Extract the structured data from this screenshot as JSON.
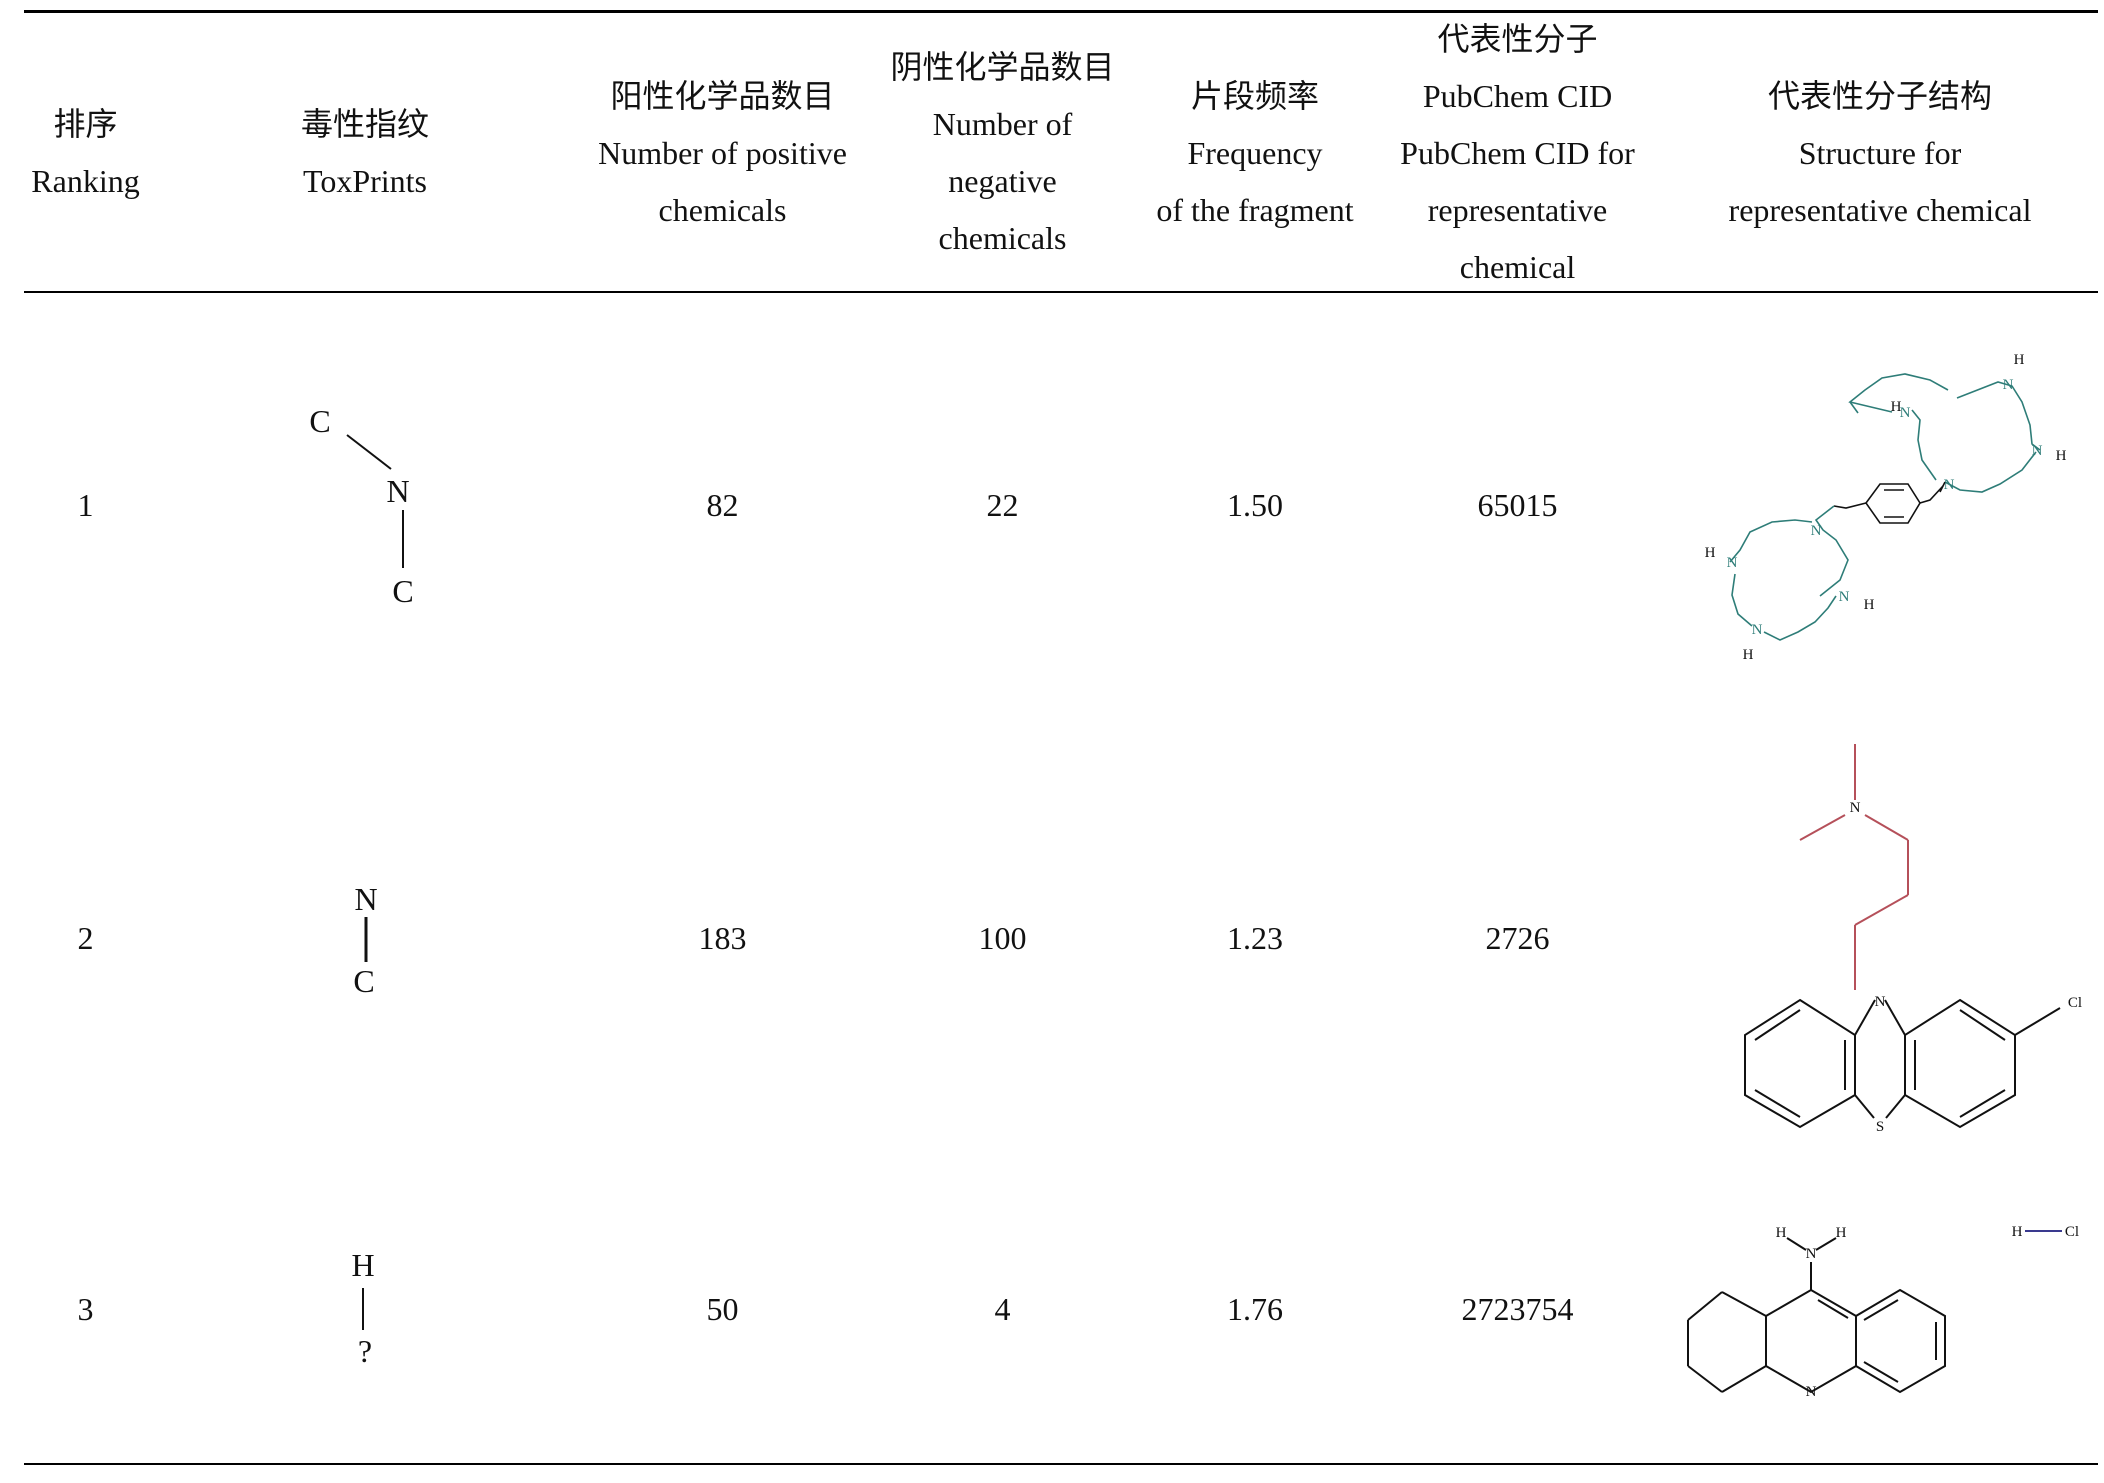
{
  "table": {
    "headers": [
      {
        "lines": [
          "排序",
          "Ranking"
        ]
      },
      {
        "lines": [
          "毒性指纹",
          "ToxPrints"
        ]
      },
      {
        "lines": [
          "阳性化学品数目",
          "Number of positive",
          "chemicals"
        ]
      },
      {
        "lines": [
          "阴性化学品数目",
          "Number of",
          "negative",
          "chemicals"
        ]
      },
      {
        "lines": [
          "片段频率",
          "Frequency",
          "of the fragment"
        ]
      },
      {
        "lines": [
          "代表性分子",
          "PubChem CID",
          "PubChem CID for",
          "representative",
          "chemical"
        ]
      },
      {
        "lines": [
          "代表性分子结构",
          "Structure for",
          "representative chemical"
        ]
      }
    ],
    "rows": [
      {
        "ranking": "1",
        "fragment_atoms": [
          "C",
          "N",
          "C"
        ],
        "positive": "82",
        "negative": "22",
        "frequency": "1.50",
        "cid": "65015"
      },
      {
        "ranking": "2",
        "fragment_atoms": [
          "N",
          "C"
        ],
        "positive": "183",
        "negative": "100",
        "frequency": "1.23",
        "cid": "2726"
      },
      {
        "ranking": "3",
        "fragment_atoms": [
          "H",
          "?"
        ],
        "positive": "50",
        "negative": "4",
        "frequency": "1.76",
        "cid": "2723754"
      }
    ],
    "structures": {
      "s1": {
        "atoms": [
          "H",
          "N",
          "N",
          "H",
          "N",
          "H",
          "N",
          "N",
          "H",
          "N",
          "H",
          "N",
          "H",
          "N"
        ]
      },
      "s2": {
        "atoms": [
          "N",
          "N",
          "Cl",
          "S"
        ]
      },
      "s3": {
        "atoms": [
          "H",
          "N",
          "H",
          "H",
          "Cl",
          "N"
        ]
      }
    }
  },
  "colors": {
    "highlight_teal": "#2e7d78",
    "highlight_red": "#b5505a",
    "highlight_blue": "#3a3a8f"
  }
}
